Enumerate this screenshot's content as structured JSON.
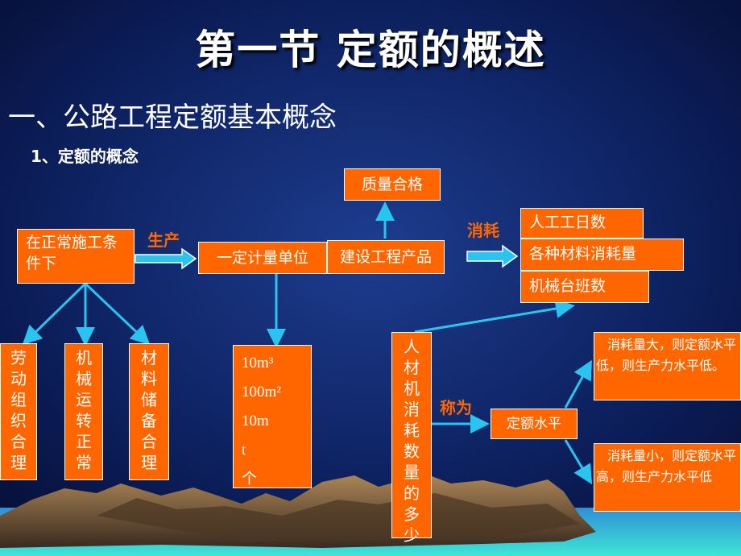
{
  "title": "第一节    定额的概述",
  "section_heading": "一、公路工程定额基本概念",
  "subsection_heading": "1、定额的概念",
  "nodes": {
    "quality": "质量合格",
    "normal_conditions": "在正常施工条件下",
    "unit": "一定计量单位",
    "product": "建设工程产品",
    "labor_days": "人工工日数",
    "materials": "各种材料消耗量",
    "machine_shifts": "机械台班数",
    "labor_org": "劳动组织合理",
    "machinery": "机械运转正常",
    "material_storage": "材料储备合理",
    "resources": "人材机消耗数量的多少",
    "quota_level": "定额水平",
    "high_consumption": "消耗量大，则定额水平低，则生产力水平低。",
    "low_consumption": "消耗量小，则定额水平高，则生产力水平低"
  },
  "units": [
    "10m³",
    "100m²",
    "10m",
    "t",
    "个"
  ],
  "edge_labels": {
    "produce": "生产",
    "consume": "消耗",
    "called": "称为"
  }
}
